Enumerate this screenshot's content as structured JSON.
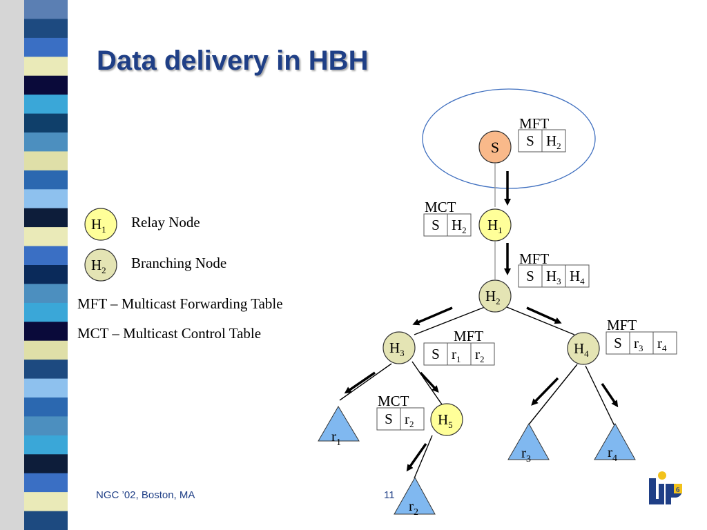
{
  "slide": {
    "title": "Data delivery in HBH",
    "footer_left": "NGC ’02, Boston, MA",
    "page_number": "11"
  },
  "legend": {
    "relay_node": {
      "symbol": "H",
      "subscript": "1",
      "label": "Relay Node"
    },
    "branching_node": {
      "symbol": "H",
      "subscript": "2",
      "label": "Branching Node"
    },
    "mft_definition": "MFT – Multicast Forwarding Table",
    "mct_definition": "MCT – Multicast Control Table"
  },
  "nodes": {
    "source": {
      "label": "S"
    },
    "h1": {
      "label": "H",
      "sub": "1"
    },
    "h2": {
      "label": "H",
      "sub": "2"
    },
    "h3": {
      "label": "H",
      "sub": "3"
    },
    "h4": {
      "label": "H",
      "sub": "4"
    },
    "h5": {
      "label": "H",
      "sub": "5"
    }
  },
  "receivers": {
    "r1": {
      "label": "r",
      "sub": "1"
    },
    "r2": {
      "label": "r",
      "sub": "2"
    },
    "r3": {
      "label": "r",
      "sub": "3"
    },
    "r4": {
      "label": "r",
      "sub": "4"
    }
  },
  "tables": {
    "source_mft": {
      "title": "MFT",
      "cells": [
        "S",
        "H|2"
      ]
    },
    "h1_mct": {
      "title": "MCT",
      "cells": [
        "S",
        "H|2"
      ]
    },
    "h2_mft": {
      "title": "MFT",
      "cells": [
        "S",
        "H|3",
        "H|4"
      ]
    },
    "h3_mft": {
      "title": "MFT",
      "cells": [
        "S",
        "r|1",
        "r|2"
      ]
    },
    "h4_mft": {
      "title": "MFT",
      "cells": [
        "S",
        "r|3",
        "r|4"
      ]
    },
    "h5_mct": {
      "title": "MCT",
      "cells": [
        "S",
        "r|2"
      ]
    }
  },
  "colors": {
    "title": "#1f3f86",
    "source_fill": "#f9b98a",
    "relay_fill": "#ffff99",
    "branching_fill": "#e4e4b4",
    "receiver_fill": "#80b8f0",
    "ellipse_stroke": "#3f6fbf",
    "logo_blue": "#1f3f86",
    "logo_yellow": "#f2c21b"
  },
  "logo": {
    "text": "LIP",
    "superscript": "6"
  }
}
